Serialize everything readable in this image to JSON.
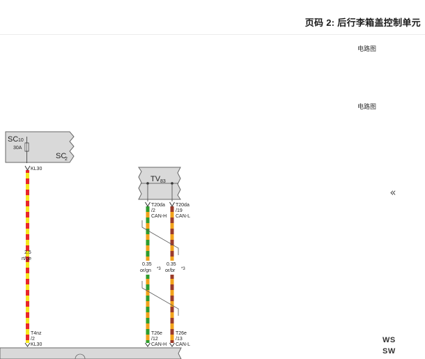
{
  "header": {
    "title": "页码 2: 后行李箱盖控制单元"
  },
  "side_links": [
    "电路图",
    "电路图"
  ],
  "nav": {
    "collapse_icon": "double-chevron-left-icon",
    "collapse_glyph": "«"
  },
  "legend": [
    "WS",
    "SW"
  ],
  "diagram": {
    "fuse_box": {
      "name": "SC",
      "name_sub": "10",
      "rating": "30A",
      "group": "SC",
      "group_sub": "2",
      "terminal": "KL30"
    },
    "wire_left": {
      "size": "2.5",
      "color_code": "rt/ge",
      "end_pin_1": "T4nz",
      "end_pin_2": "/2",
      "end_terminal": "KL30"
    },
    "tv_box": {
      "name": "TV",
      "name_sub": "83"
    },
    "wire_can_h": {
      "top_pin_1": "T20da",
      "top_pin_2": "/2",
      "top_signal": "CAN-H",
      "size": "0.35",
      "color_code": "or/gn",
      "note": "*3",
      "bottom_pin_1": "T26e",
      "bottom_pin_2": "/12",
      "bottom_signal": "CAN-H"
    },
    "wire_can_l": {
      "top_pin_1": "T20da",
      "top_pin_2": "/19",
      "top_signal": "CAN-L",
      "size": "0.35",
      "color_code": "or/br",
      "note": "*3",
      "bottom_pin_1": "T26e",
      "bottom_pin_2": "/13",
      "bottom_signal": "CAN-L"
    },
    "colors": {
      "red": "#e8262a",
      "yellow": "#f4e81e",
      "orange": "#f2a21a",
      "green": "#2e9c2e",
      "brown": "#9b3b2a",
      "box_fill": "#d9d9d9",
      "box_stroke": "#666666"
    }
  }
}
